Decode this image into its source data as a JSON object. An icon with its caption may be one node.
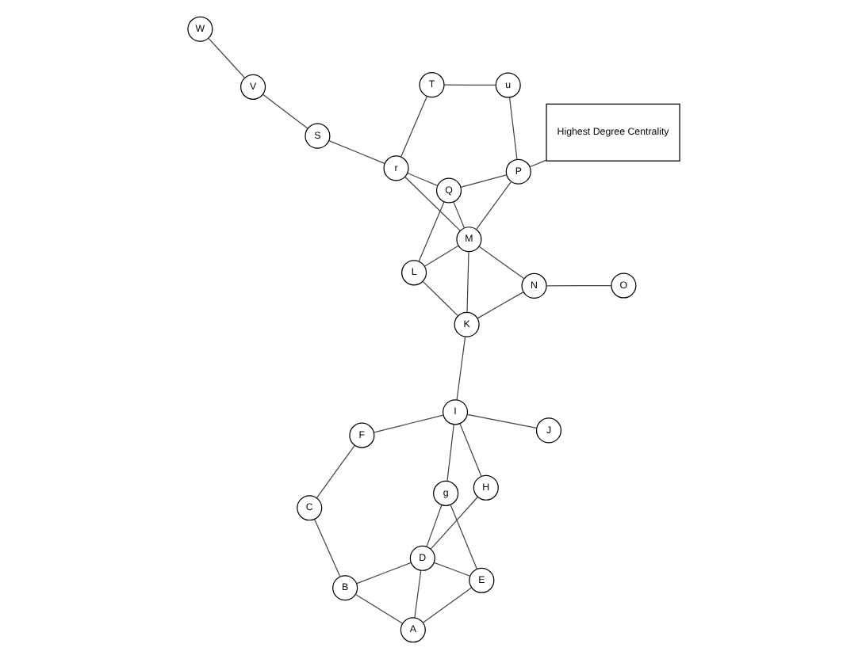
{
  "diagram": {
    "nodes": [
      {
        "text": [
          "A"
        ]
      },
      {
        "text": [
          "B"
        ]
      },
      {
        "text": [
          "C"
        ]
      },
      {
        "text": [
          "D"
        ]
      },
      {
        "text": [
          "E"
        ]
      },
      {
        "text": [
          "F"
        ]
      },
      {
        "text": [
          "g"
        ]
      },
      {
        "text": [
          "H"
        ]
      },
      {
        "text": [
          "I"
        ]
      },
      {
        "text": [
          "J"
        ]
      },
      {
        "text": [
          "K"
        ]
      },
      {
        "text": [
          "L"
        ]
      },
      {
        "text": [
          "M"
        ]
      },
      {
        "text": [
          "N"
        ]
      },
      {
        "text": [
          "O"
        ]
      },
      {
        "text": [
          "P"
        ]
      },
      {
        "text": [
          "Q"
        ]
      },
      {
        "text": [
          "r"
        ]
      },
      {
        "text": [
          "S"
        ]
      },
      {
        "text": [
          "T"
        ]
      },
      {
        "text": [
          "u"
        ]
      },
      {
        "text": [
          "V"
        ]
      },
      {
        "text": [
          "W"
        ]
      },
      {
        "text": [
          "Highest Degree Centrality"
        ]
      }
    ],
    "edges": [
      {
        "from": 0,
        "to": 1,
        "arrow": "none"
      },
      {
        "from": 1,
        "to": 3,
        "arrow": "none"
      },
      {
        "from": 1,
        "to": 2,
        "arrow": "none"
      },
      {
        "from": 2,
        "to": 5,
        "arrow": "none"
      },
      {
        "from": 5,
        "to": 8,
        "arrow": "none"
      },
      {
        "from": 0,
        "to": 4,
        "arrow": "none"
      },
      {
        "from": 0,
        "to": 3,
        "arrow": "none"
      },
      {
        "from": 4,
        "to": 3,
        "arrow": "none"
      },
      {
        "from": 4,
        "to": 6,
        "arrow": "none"
      },
      {
        "from": 3,
        "to": 6,
        "arrow": "none"
      },
      {
        "from": 3,
        "to": 7,
        "arrow": "none"
      },
      {
        "from": 6,
        "to": 8,
        "arrow": "none"
      },
      {
        "from": 8,
        "to": 7,
        "arrow": "none"
      },
      {
        "from": 8,
        "to": 9,
        "arrow": "none"
      },
      {
        "from": 8,
        "to": 10,
        "arrow": "none"
      },
      {
        "from": 10,
        "to": 11,
        "arrow": "none"
      },
      {
        "from": 10,
        "to": 12,
        "arrow": "none"
      },
      {
        "from": 10,
        "to": 13,
        "arrow": "none"
      },
      {
        "from": 11,
        "to": 16,
        "arrow": "none"
      },
      {
        "from": 11,
        "to": 12,
        "arrow": "none"
      },
      {
        "from": 12,
        "to": 17,
        "arrow": "none"
      },
      {
        "from": 12,
        "to": 16,
        "arrow": "none"
      },
      {
        "from": 12,
        "to": 15,
        "arrow": "none"
      },
      {
        "from": 12,
        "to": 13,
        "arrow": "none"
      },
      {
        "from": 13,
        "to": 14,
        "arrow": "none"
      },
      {
        "from": 15,
        "to": 16,
        "arrow": "none"
      },
      {
        "from": 15,
        "to": 20,
        "arrow": "none"
      },
      {
        "from": 16,
        "to": 17,
        "arrow": "none"
      },
      {
        "from": 17,
        "to": 19,
        "arrow": "none"
      },
      {
        "from": 19,
        "to": 20,
        "arrow": "none"
      },
      {
        "from": 17,
        "to": 18,
        "arrow": "none"
      },
      {
        "from": 18,
        "to": 21,
        "arrow": "none"
      },
      {
        "from": 21,
        "to": 22,
        "arrow": "none"
      },
      {
        "from": 23,
        "to": 15,
        "arrow": "none"
      }
    ]
  }
}
